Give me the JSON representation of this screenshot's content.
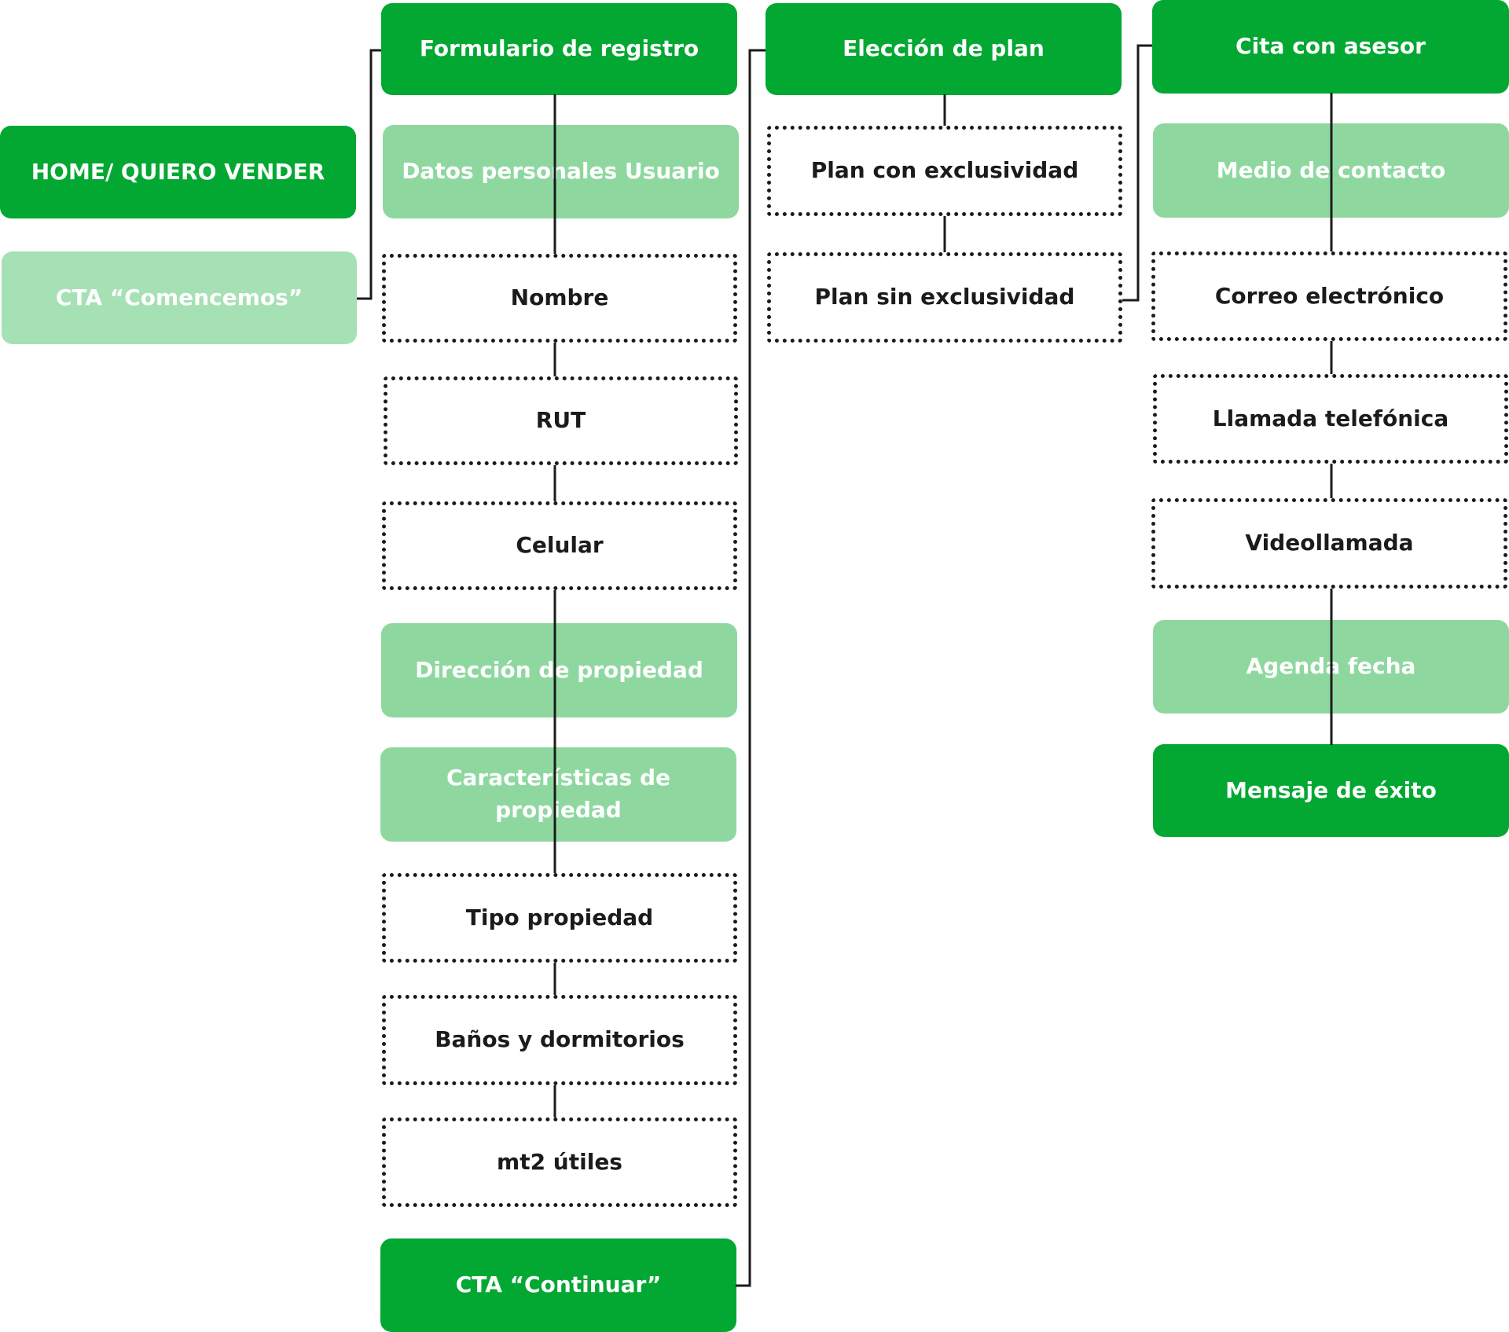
{
  "entry": {
    "home": "HOME/ QUIERO VENDER",
    "cta_start": "CTA “Comencemos”"
  },
  "registro": {
    "title": "Formulario de registro",
    "personal_section": "Datos personales Usuario",
    "field_nombre": "Nombre",
    "field_rut": "RUT",
    "field_celular": "Celular",
    "address_section": "Dirección de propiedad",
    "features_section": "Características de propiedad",
    "field_tipo": "Tipo propiedad",
    "field_banos": "Baños y dormitorios",
    "field_mt2": "mt2 útiles",
    "cta_continue": "CTA “Continuar”"
  },
  "plan": {
    "title": "Elección de plan",
    "option_exclusive": "Plan con exclusividad",
    "option_non_exclusive": "Plan sin exclusividad"
  },
  "cita": {
    "title": "Cita con asesor",
    "contact_section": "Medio de contacto",
    "option_email": "Correo electrónico",
    "option_phone": "Llamada telefónica",
    "option_video": "Videollamada",
    "schedule_section": "Agenda fecha",
    "success": "Mensaje de éxito"
  },
  "colors": {
    "primary_green": "#02a832",
    "light_green": "#8ed8a0",
    "pale_green": "#a6e0b5",
    "line": "#1b1b1b"
  }
}
